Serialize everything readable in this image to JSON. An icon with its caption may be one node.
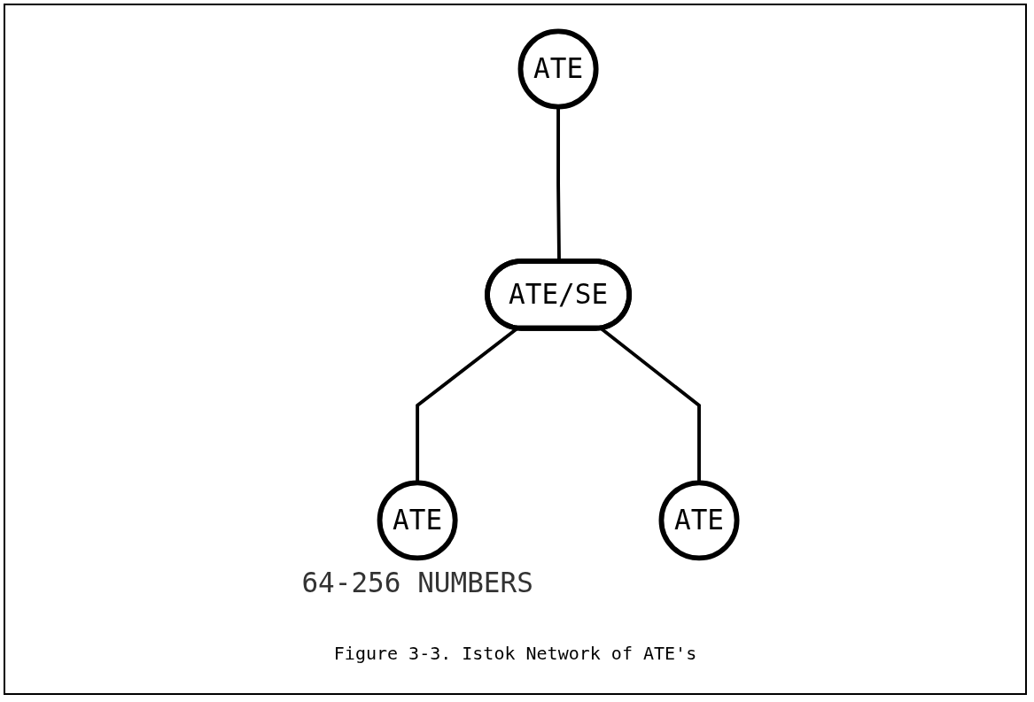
{
  "diagram": {
    "caption": "Figure 3-3. Istok Network of ATE's",
    "nodes": [
      {
        "text": [
          "ATE"
        ]
      },
      {
        "text": [
          "ATE/SE"
        ]
      },
      {
        "text": [
          "ATE"
        ],
        "beside": [
          "64-256 NUMBERS"
        ]
      },
      {
        "text": [
          "ATE"
        ]
      }
    ],
    "edges": [
      {
        "from": 0,
        "to": 1,
        "arrow": "none"
      },
      {
        "from": 1,
        "to": 2,
        "arrow": "none"
      },
      {
        "from": 1,
        "to": 3,
        "arrow": "none"
      }
    ]
  }
}
